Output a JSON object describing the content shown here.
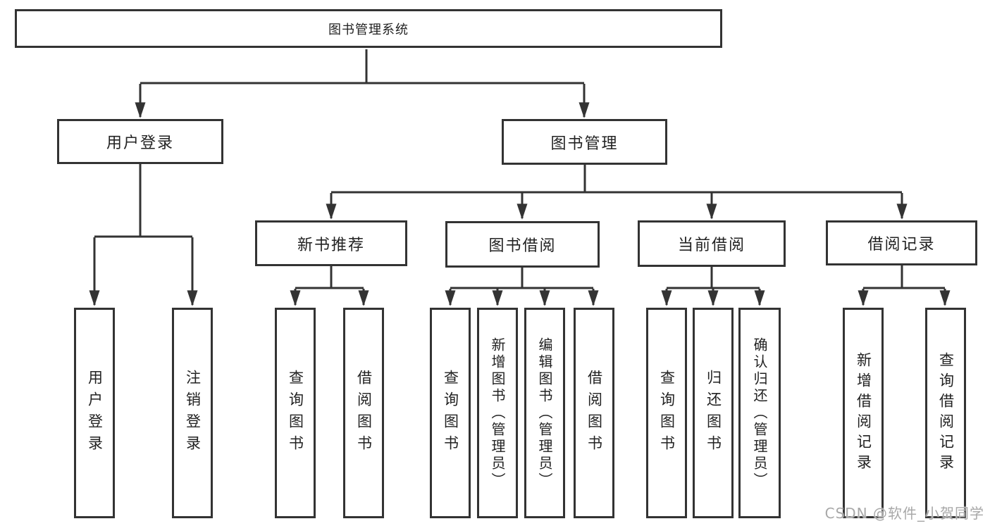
{
  "diagram": {
    "title_node": {
      "label": "图书管理系统"
    },
    "level2": [
      {
        "label": "用户登录"
      },
      {
        "label": "图书管理"
      }
    ],
    "level3": [
      {
        "label": "新书推荐",
        "parent": "图书管理"
      },
      {
        "label": "图书借阅",
        "parent": "图书管理"
      },
      {
        "label": "当前借阅",
        "parent": "图书管理"
      },
      {
        "label": "借阅记录",
        "parent": "图书管理"
      }
    ],
    "leaves": [
      {
        "label": "用户登录",
        "parent": "用户登录"
      },
      {
        "label": "注销登录",
        "parent": "用户登录"
      },
      {
        "label": "查询图书",
        "parent": "新书推荐"
      },
      {
        "label": "借阅图书",
        "parent": "新书推荐"
      },
      {
        "label": "查询图书",
        "parent": "图书借阅"
      },
      {
        "label": "新增图书（管理员）",
        "parent": "图书借阅"
      },
      {
        "label": "编辑图书（管理员）",
        "parent": "图书借阅"
      },
      {
        "label": "借阅图书",
        "parent": "图书借阅"
      },
      {
        "label": "查询图书",
        "parent": "当前借阅"
      },
      {
        "label": "归还图书",
        "parent": "当前借阅"
      },
      {
        "label": "确认归还（管理员）",
        "parent": "当前借阅"
      },
      {
        "label": "新增借阅记录",
        "parent": "借阅记录"
      },
      {
        "label": "查询借阅记录",
        "parent": "借阅记录"
      }
    ]
  },
  "watermark": {
    "text": "CSDN @软件_小贺同学"
  },
  "colors": {
    "line": "#333333",
    "text": "#222222",
    "background": "#ffffff",
    "watermark": "#a8a8a8"
  }
}
